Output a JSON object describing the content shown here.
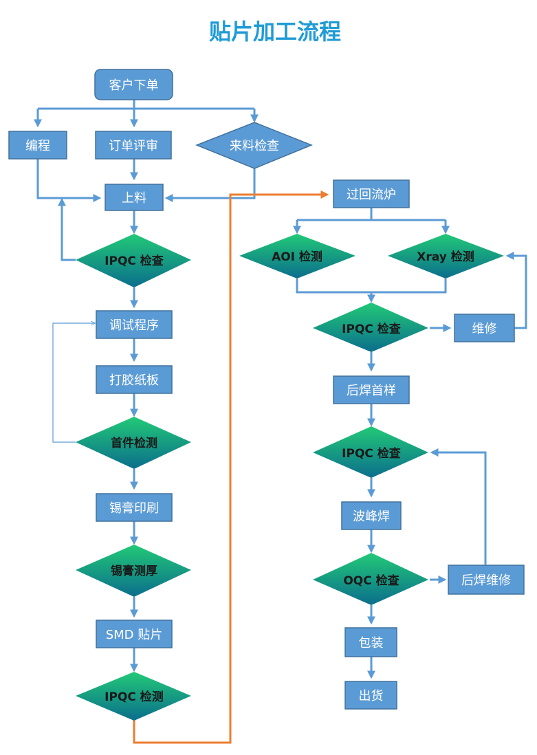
{
  "title": "贴片加工流程",
  "colors": {
    "title": "#1f9bd6",
    "box_fill": "#5b9bd5",
    "box_stroke": "#41719c",
    "arrow": "#5b9bd5",
    "orange_line": "#ed7d31",
    "diamond_top": "#22c977",
    "diamond_bottom": "#0b6e8c"
  },
  "nodes": {
    "order": "客户下单",
    "programming": "编程",
    "order_review": "订单评审",
    "incoming_inspect": "来料检查",
    "loading": "上料",
    "ipqc1": "IPQC 检查",
    "debug": "调试程序",
    "glue_board": "打胶纸板",
    "first_article": "首件检测",
    "paste_print": "锡膏印刷",
    "paste_thickness": "锡膏测厚",
    "smd": "SMD 贴片",
    "ipqc_test": "IPQC 检测",
    "reflow": "过回流炉",
    "aoi": "AOI 检测",
    "xray": "Xray 检测",
    "ipqc2": "IPQC 检查",
    "repair": "维修",
    "post_weld_first": "后焊首样",
    "ipqc3": "IPQC 检查",
    "wave": "波峰焊",
    "oqc": "OQC 检查",
    "post_weld_repair": "后焊维修",
    "pack": "包装",
    "ship": "出货"
  }
}
